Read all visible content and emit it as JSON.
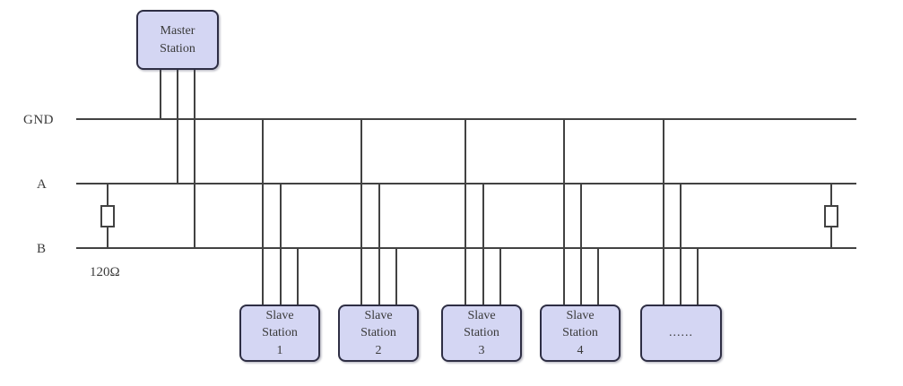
{
  "diagram": {
    "bus": {
      "gnd_label": "GND",
      "a_label": "A",
      "b_label": "B"
    },
    "master": {
      "line1": "Master",
      "line2": "Station"
    },
    "slaves": [
      {
        "line1": "Slave",
        "line2": "Station",
        "line3": "1"
      },
      {
        "line1": "Slave",
        "line2": "Station",
        "line3": "2"
      },
      {
        "line1": "Slave",
        "line2": "Station",
        "line3": "3"
      },
      {
        "line1": "Slave",
        "line2": "Station",
        "line3": "4"
      }
    ],
    "ellipsis_box": {
      "label": "......"
    },
    "resistor": {
      "value_label": "120Ω"
    },
    "colors": {
      "box_fill": "#d4d6f3",
      "box_border": "#2e2e44",
      "wire": "#424242",
      "text": "#3a3a3a"
    }
  }
}
